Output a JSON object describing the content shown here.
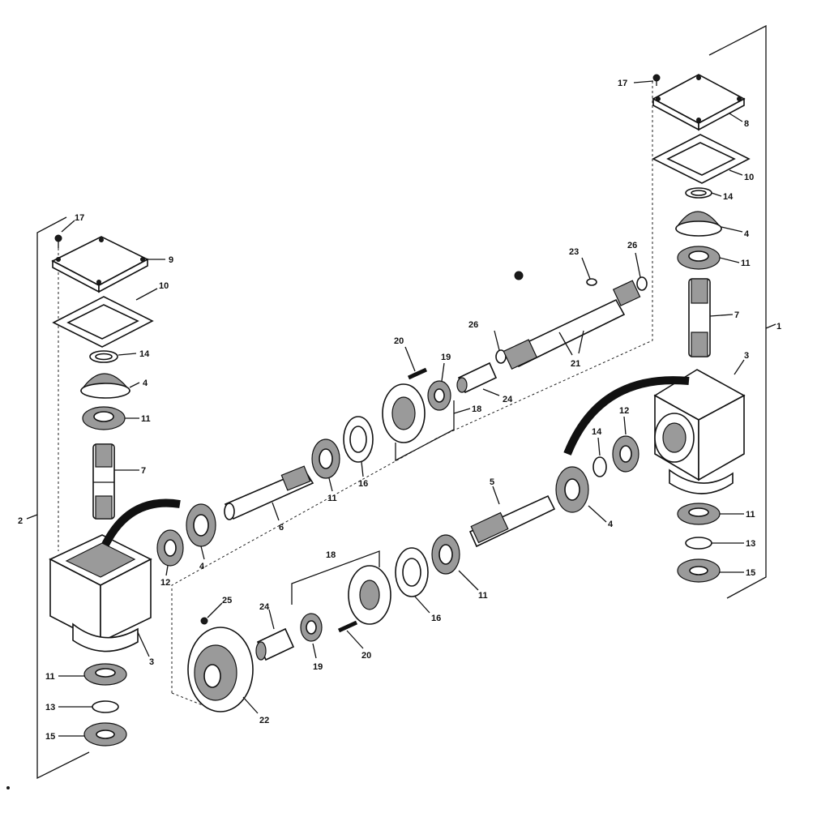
{
  "labels": {
    "l1": "1",
    "l2": "2",
    "l3a": "3",
    "l3b": "3",
    "l4a": "4",
    "l4b": "4",
    "l4c": "4",
    "l4d": "4",
    "l5": "5",
    "l6": "6",
    "l7a": "7",
    "l7b": "7",
    "l8": "8",
    "l9": "9",
    "l10a": "10",
    "l10b": "10",
    "l11a": "11",
    "l11b": "11",
    "l11c": "11",
    "l11d": "11",
    "l11e": "11",
    "l11f": "11",
    "l12a": "12",
    "l12b": "12",
    "l13a": "13",
    "l13b": "13",
    "l14a": "14",
    "l14b": "14",
    "l14c": "14",
    "l15a": "15",
    "l15b": "15",
    "l16a": "16",
    "l16b": "16",
    "l17a": "17",
    "l17b": "17",
    "l18a": "18",
    "l18b": "18",
    "l19a": "19",
    "l19b": "19",
    "l20a": "20",
    "l20b": "20",
    "l21": "21",
    "l22": "22",
    "l23": "23",
    "l24a": "24",
    "l24b": "24",
    "l25": "25",
    "l26a": "26",
    "l26b": "26"
  }
}
